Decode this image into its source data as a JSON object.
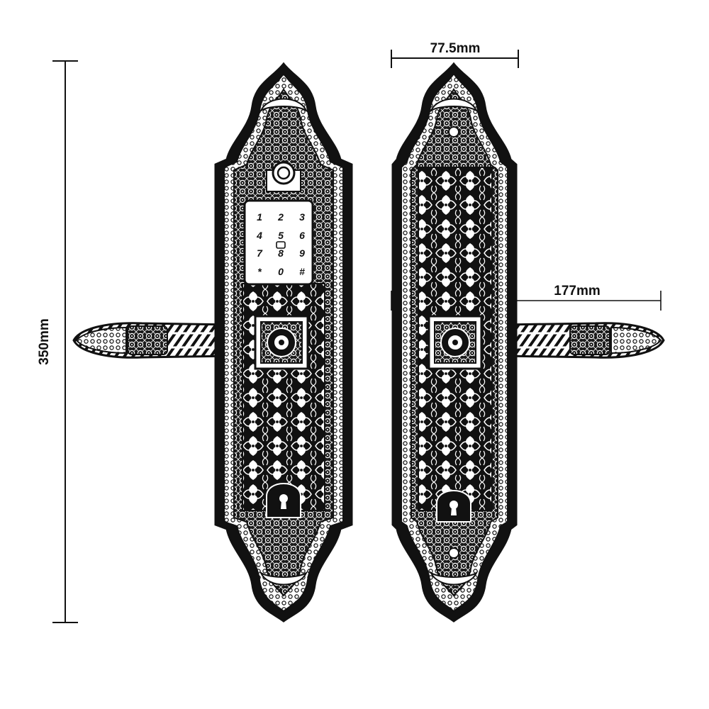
{
  "dimensions": {
    "height_label": "350mm",
    "width_label": "77.5mm",
    "handle_label": "177mm"
  },
  "keypad": {
    "keys": [
      "1",
      "2",
      "3",
      "4",
      "5",
      "6",
      "7",
      "8",
      "9",
      "*",
      "0",
      "#"
    ]
  },
  "icons": {
    "fingerprint": "fingerprint-sensor-icon",
    "lock_rosette": "lock-rosette-icon",
    "keyhole": "keyhole-icon"
  },
  "colors": {
    "ink": "#111111",
    "background": "#ffffff"
  }
}
